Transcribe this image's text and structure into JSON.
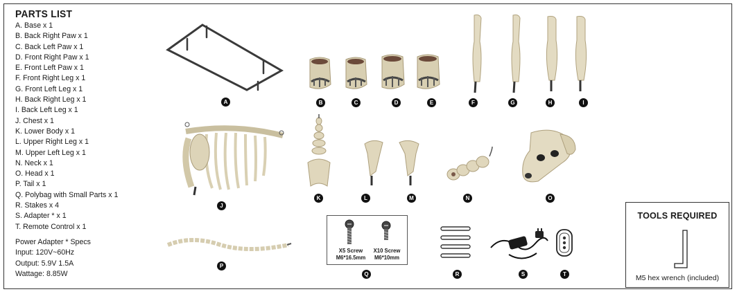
{
  "parts_list": {
    "title": "PARTS LIST",
    "items": [
      "A. Base x 1",
      "B. Back Right Paw x 1",
      "C. Back Left Paw x 1",
      "D. Front Right Paw x 1",
      "E. Front Left Paw x 1",
      "F. Front Right Leg x 1",
      "G. Front Left Leg x 1",
      "H. Back Right Leg x 1",
      "I.  Back Left Leg x 1",
      "J.  Chest x 1",
      "K. Lower Body x 1",
      "L. Upper Right Leg x 1",
      "M. Upper Left Leg x 1",
      "N. Neck x 1",
      "O. Head x 1",
      "P.  Tail x 1",
      "Q. Polybag with Small Parts  x 1",
      "R. Stakes x 4",
      "S. Adapter *  x 1",
      "T.  Remote Control x 1"
    ]
  },
  "adapter_specs": {
    "title": "Power Adapter * Specs",
    "lines": [
      "Input: 120V~60Hz",
      "Output: 5.9V 1.5A",
      "Wattage: 8.85W"
    ]
  },
  "badges": {
    "A": "A",
    "B": "B",
    "C": "C",
    "D": "D",
    "E": "E",
    "F": "F",
    "G": "G",
    "H": "H",
    "I": "I",
    "J": "J",
    "K": "K",
    "L": "L",
    "M": "M",
    "N": "N",
    "O": "O",
    "P": "P",
    "Q": "Q",
    "R": "R",
    "S": "S",
    "T": "T"
  },
  "screws": {
    "x5": {
      "line1": "X5 Screw",
      "line2": "M6*16.5mm"
    },
    "x10": {
      "line1": "X10 Screw",
      "line2": "M6*10mm"
    }
  },
  "tools": {
    "title": "TOOLS REQUIRED",
    "caption": "M5 hex wrench (included)"
  },
  "colors": {
    "bone": "#e8e0c8",
    "bone_shadow": "#b9ad8c",
    "dark": "#3a3a3a",
    "frame": "#333333"
  }
}
